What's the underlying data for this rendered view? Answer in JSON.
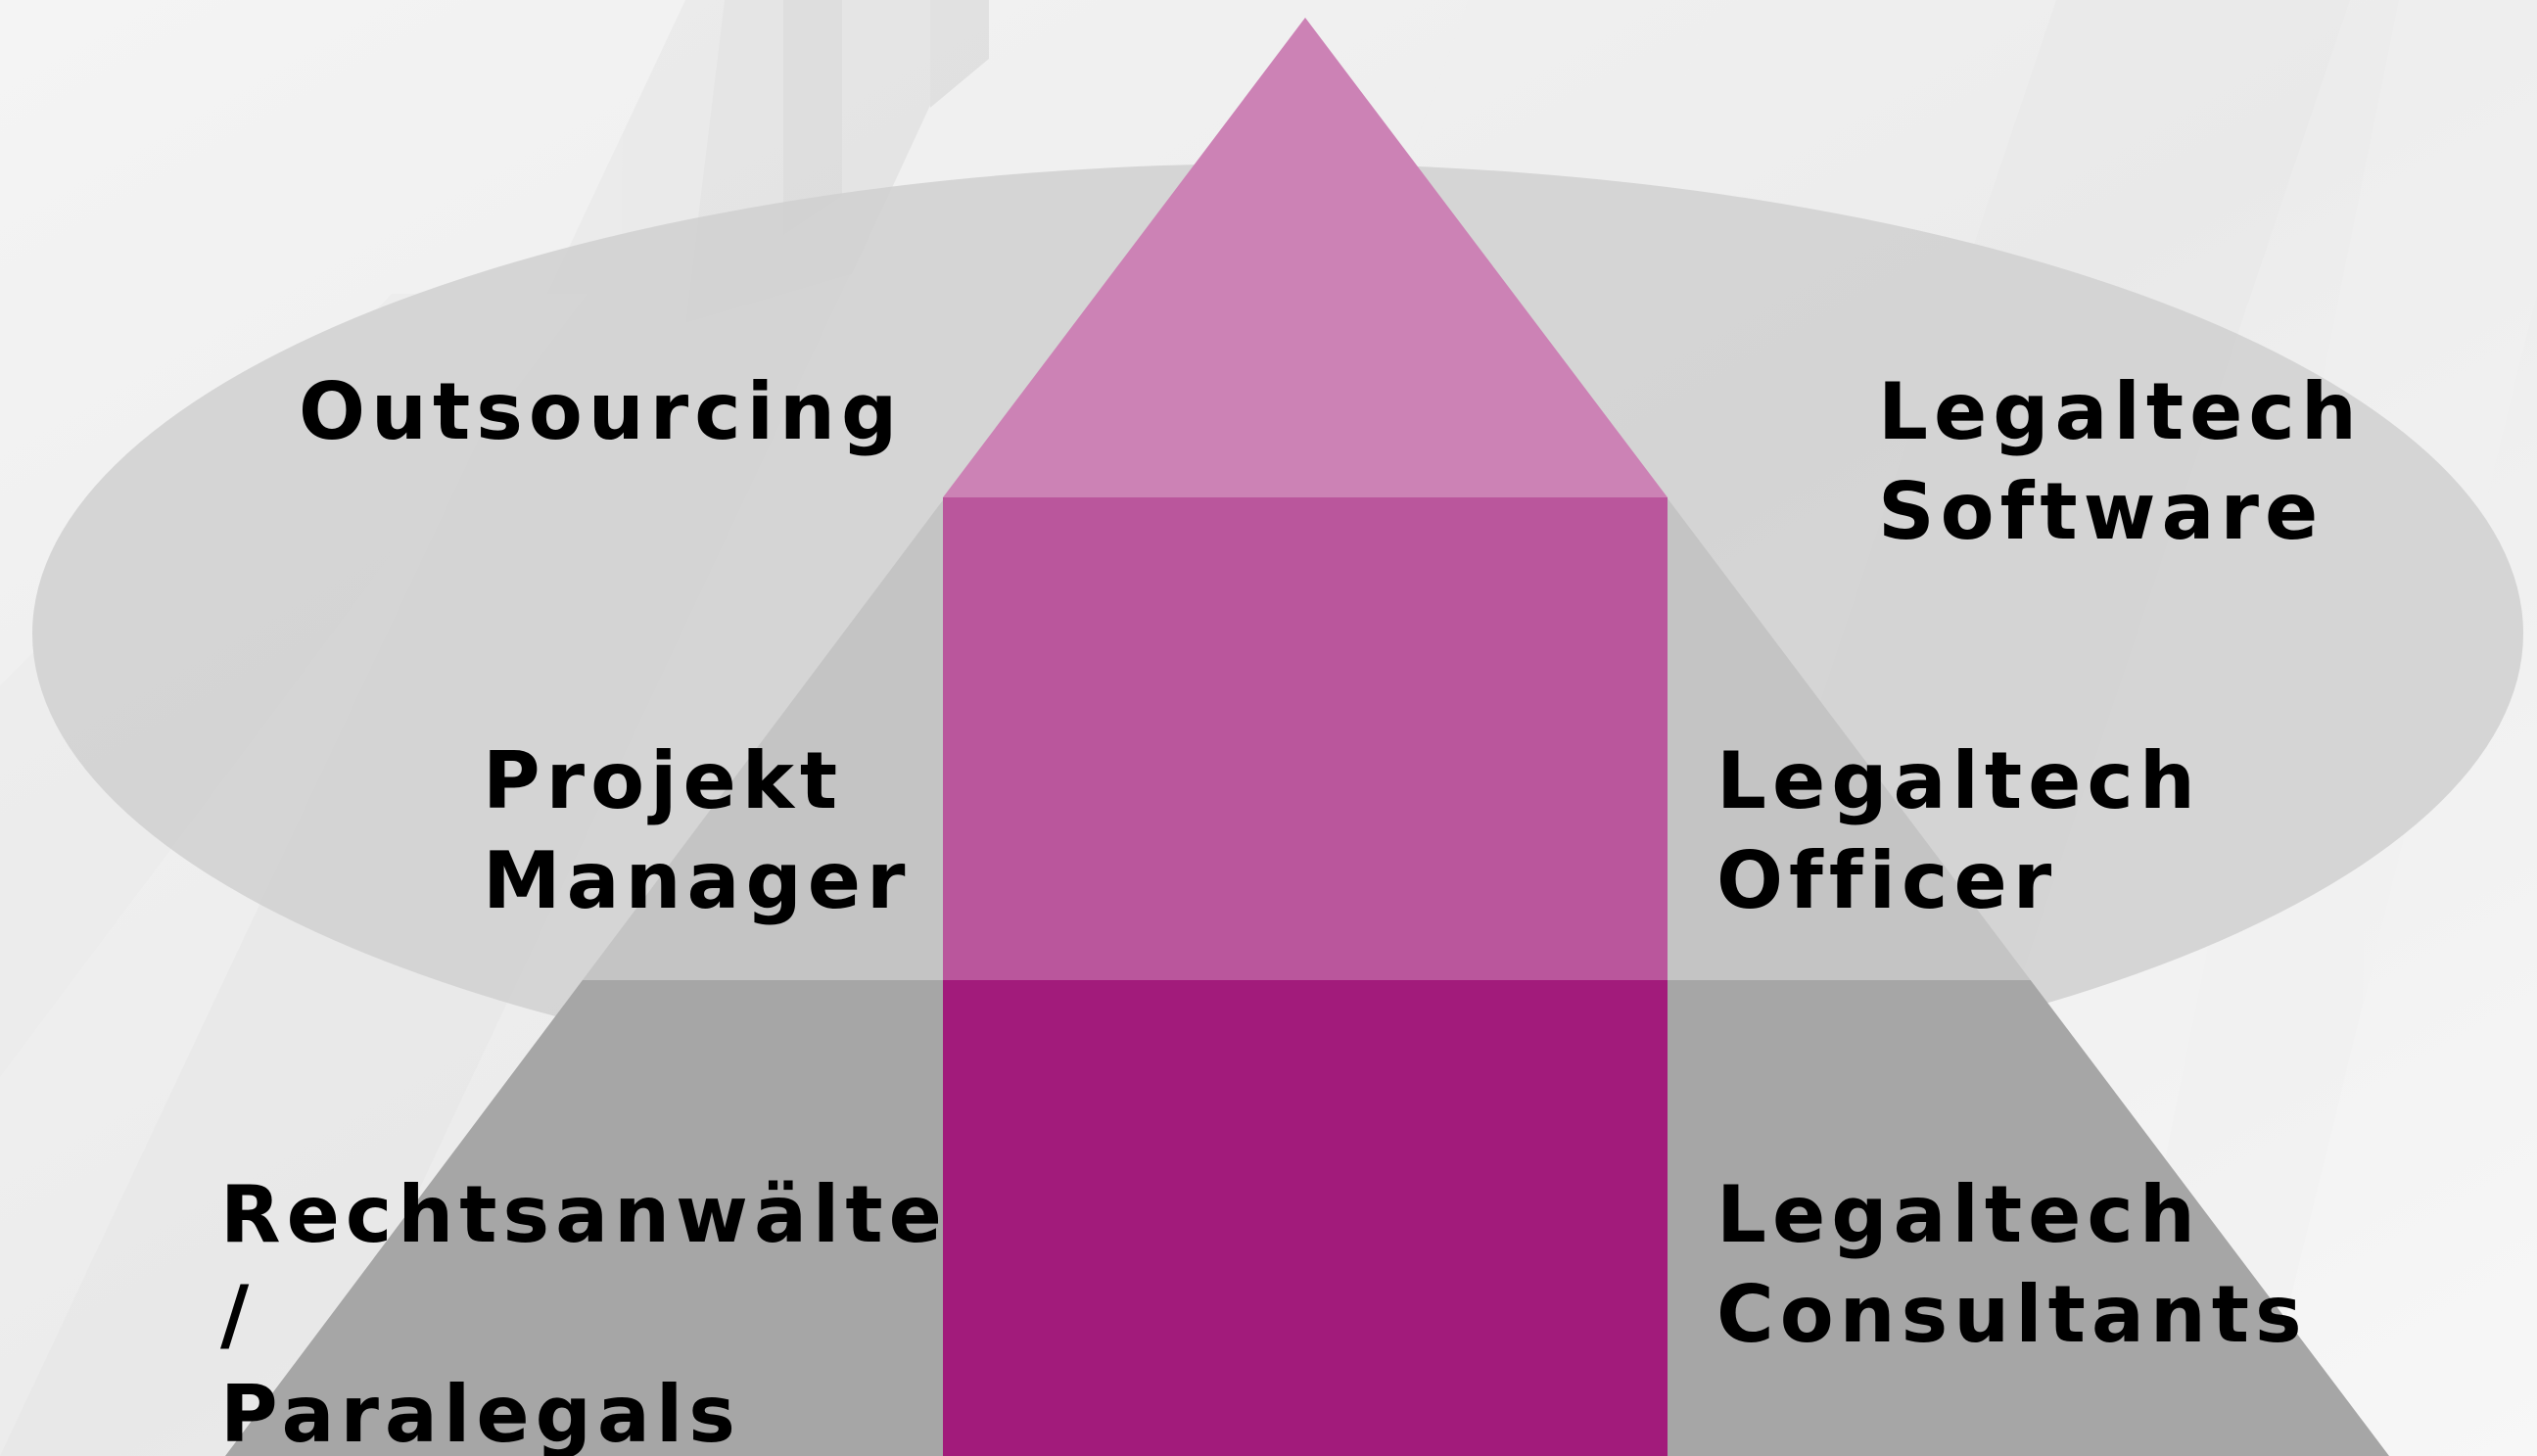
{
  "diagram": {
    "labels": {
      "outsourcing": "Outsourcing",
      "legaltech_software": [
        "Legaltech",
        "Software"
      ],
      "projekt_manager": [
        "Projekt",
        "Manager"
      ],
      "legaltech_officer": [
        "Legaltech",
        "Officer"
      ],
      "rechtsanwaelte": [
        "Rechtsanwälte",
        "/",
        "Paralegals"
      ],
      "legaltech_consultants": [
        "Legaltech",
        "Consultants"
      ]
    },
    "colors": {
      "ellipse": "#d0d0d0",
      "pyramid_top": "#cc82b5",
      "pyramid_mid_side": "#c4c4c4",
      "pyramid_mid_center": "#ba569c",
      "pyramid_base_side": "#a6a6a6",
      "pyramid_base_center": "#a21b7b"
    }
  }
}
